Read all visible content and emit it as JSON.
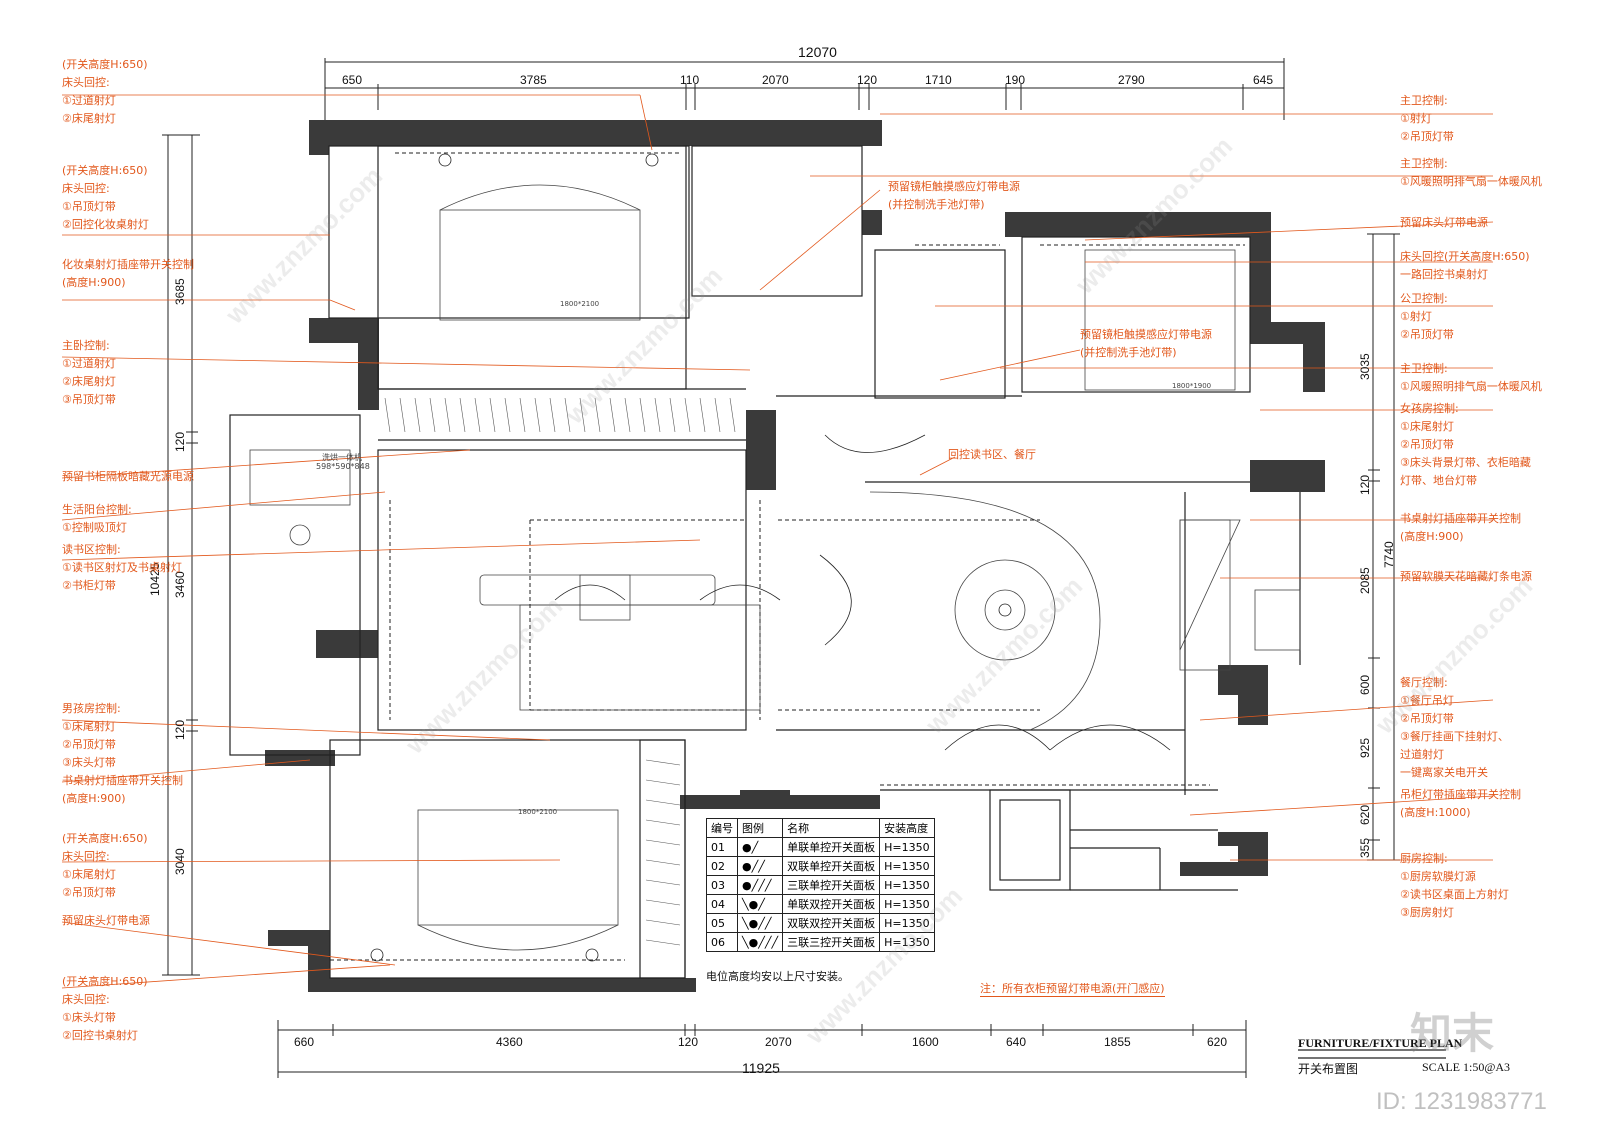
{
  "dims": {
    "top_total": "12070",
    "top": [
      "650",
      "3785",
      "110",
      "2070",
      "120",
      "1710",
      "190",
      "2790",
      "645"
    ],
    "bottom_total": "11925",
    "bottom": [
      "660",
      "4360",
      "120",
      "2070",
      "1600",
      "640",
      "1855",
      "620"
    ],
    "left": [
      "3685",
      "120",
      "3460",
      "120",
      "3040"
    ],
    "left_total": "10425",
    "right": [
      "3035",
      "120",
      "2085",
      "600",
      "925",
      "620",
      "355"
    ],
    "right_total": "7740"
  },
  "left_notes": [
    {
      "lines": [
        "(开关高度H:650)",
        "床头回控:",
        "①过道射灯",
        "②床尾射灯"
      ]
    },
    {
      "lines": [
        "(开关高度H:650)",
        "床头回控:",
        "①吊顶灯带",
        "②回控化妆桌射灯"
      ]
    },
    {
      "lines": [
        "化妆桌射灯插座带开关控制",
        "(高度H:900)"
      ]
    },
    {
      "lines": [
        "主卧控制:",
        "①过道射灯",
        "②床尾射灯",
        "③吊顶灯带"
      ]
    },
    {
      "lines": [
        "预留书柜隔板暗藏光源电源"
      ]
    },
    {
      "lines": [
        "生活阳台控制:",
        "①控制吸顶灯"
      ]
    },
    {
      "lines": [
        "读书区控制:",
        "①读书区射灯及书桌射灯",
        "②书柜灯带"
      ]
    },
    {
      "lines": [
        "男孩房控制:",
        "①床尾射灯",
        "②吊顶灯带",
        "③床头灯带"
      ]
    },
    {
      "lines": [
        "书桌射灯插座带开关控制",
        "(高度H:900)"
      ]
    },
    {
      "lines": [
        "(开关高度H:650)",
        "床头回控:",
        "①床尾射灯",
        "②吊顶灯带"
      ]
    },
    {
      "lines": [
        "预留床头灯带电源"
      ]
    },
    {
      "lines": [
        "(开关高度H:650)",
        "床头回控:",
        "①床头灯带",
        "②回控书桌射灯"
      ]
    }
  ],
  "right_notes": [
    {
      "lines": [
        "主卫控制:",
        "①射灯",
        "②吊顶灯带"
      ]
    },
    {
      "lines": [
        "主卫控制:",
        "①风暖照明排气扇一体暖风机"
      ]
    },
    {
      "lines": [
        "预留床头灯带电源"
      ]
    },
    {
      "lines": [
        "床头回控(开关高度H:650)",
        "一路回控书桌射灯"
      ]
    },
    {
      "lines": [
        "公卫控制:",
        "①射灯",
        "②吊顶灯带"
      ]
    },
    {
      "lines": [
        "主卫控制:",
        "①风暖照明排气扇一体暖风机"
      ]
    },
    {
      "lines": [
        "女孩房控制:",
        "①床尾射灯",
        "②吊顶灯带",
        "③床头背景灯带、衣柜暗藏",
        "灯带、地台灯带"
      ]
    },
    {
      "lines": [
        "书桌射灯插座带开关控制",
        "(高度H:900)"
      ]
    },
    {
      "lines": [
        "预留软膜天花暗藏灯条电源"
      ]
    },
    {
      "lines": [
        "餐厅控制:",
        "①餐厅吊灯",
        "②吊顶灯带",
        "③餐厅挂画下挂射灯、",
        "过道射灯",
        "一键离家关电开关"
      ]
    },
    {
      "lines": [
        "吊柜灯带插座带开关控制",
        "(高度H:1000)"
      ]
    },
    {
      "lines": [
        "厨房控制:",
        "①厨房软膜灯源",
        "②读书区桌面上方射灯",
        "③厨房射灯"
      ]
    }
  ],
  "plan_labels": {
    "mirror1": [
      "预留镜柜触摸感应灯带电源",
      "(并控制洗手池灯带)"
    ],
    "mirror2": [
      "预留镜柜触摸感应灯带电源",
      "(并控制洗手池灯带)"
    ],
    "reading": "回控读书区、餐厅",
    "bed1": "1800*2100",
    "bed2": "1800*1900",
    "bed3": "1800*2100",
    "washer": "洗烘一体机",
    "washer_size": "598*590*848"
  },
  "legend": {
    "headers": [
      "编号",
      "图例",
      "名称",
      "安装高度"
    ],
    "rows": [
      {
        "no": "01",
        "name": "单联单控开关面板",
        "h": "H=1350"
      },
      {
        "no": "02",
        "name": "双联单控开关面板",
        "h": "H=1350"
      },
      {
        "no": "03",
        "name": "三联单控开关面板",
        "h": "H=1350"
      },
      {
        "no": "04",
        "name": "单联双控开关面板",
        "h": "H=1350"
      },
      {
        "no": "05",
        "name": "双联双控开关面板",
        "h": "H=1350"
      },
      {
        "no": "06",
        "name": "三联三控开关面板",
        "h": "H=1350"
      }
    ],
    "footnote": "电位高度均安以上尺寸安装。"
  },
  "note_bottom": "注：所有衣柜预留灯带电源(开门感应)",
  "title_block": {
    "title": "FURNITURE/FIXTURE PLAN",
    "subtitle": "开关布置图",
    "scale": "SCALE 1:50@A3"
  },
  "watermark": {
    "logo": "知末",
    "id": "ID: 1231983771",
    "site": "www.znzmo.com"
  }
}
